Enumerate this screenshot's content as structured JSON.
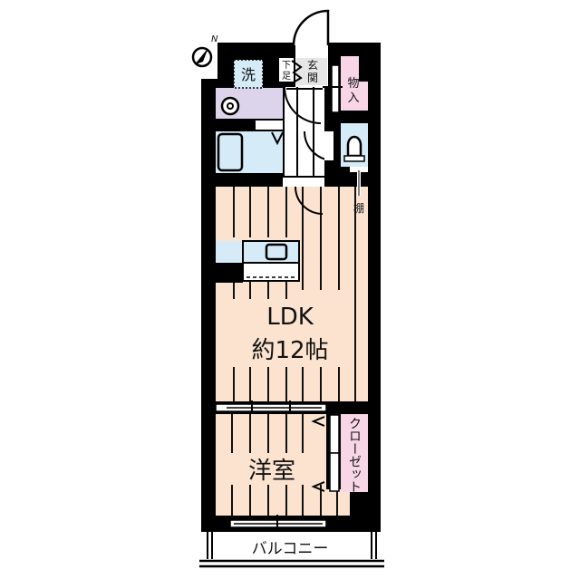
{
  "compass": {
    "label": "N",
    "icon": "north-arrow-icon"
  },
  "colors": {
    "wall": "#000000",
    "floor_wood": "#fbe3d0",
    "wet_area": "#d5ebf7",
    "washroom": "#dcd4ea",
    "storage": "#f8d6e6",
    "entrance": "#e6e6e6",
    "white": "#ffffff"
  },
  "rooms": {
    "ldk": {
      "name": "LDK",
      "size": "約12帖"
    },
    "western_room": {
      "name": "洋室"
    },
    "closet": {
      "name": "クローゼット"
    },
    "balcony": {
      "name": "バルコニー"
    },
    "entrance": {
      "name": "玄関"
    },
    "shoe_box": {
      "name": "下足"
    },
    "storage": {
      "name": "物入"
    },
    "washer": {
      "name": "洗"
    },
    "shelf": {
      "name": "棚"
    }
  }
}
